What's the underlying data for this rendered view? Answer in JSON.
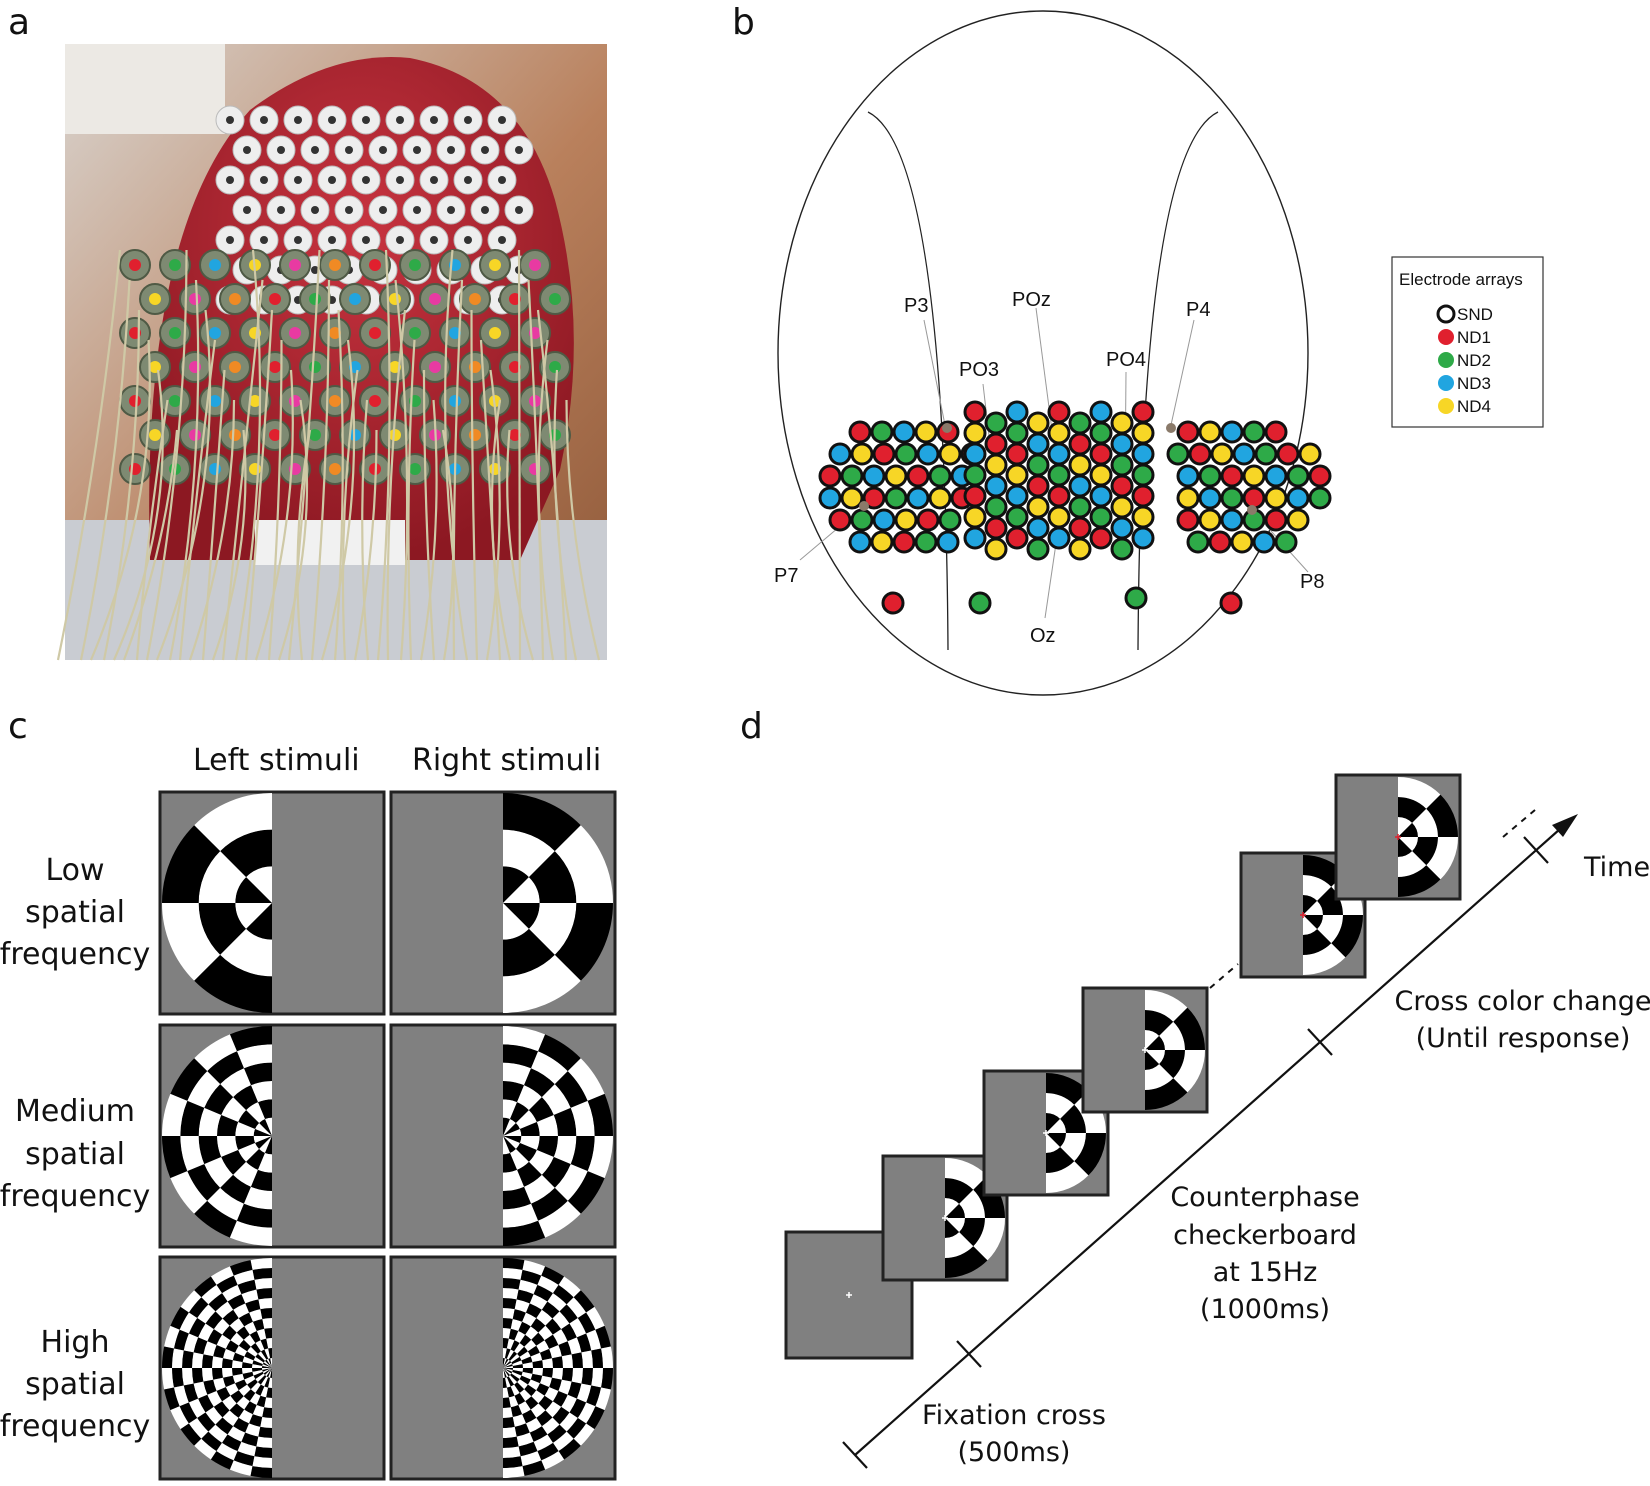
{
  "panels": {
    "a": "a",
    "b": "b",
    "c": "c",
    "d": "d"
  },
  "electrode_labels": {
    "p3": "P3",
    "poz": "POz",
    "p4": "P4",
    "po3": "PO3",
    "po4": "PO4",
    "p7": "P7",
    "p8": "P8",
    "oz": "Oz"
  },
  "legend": {
    "title": "Electrode arrays",
    "items": [
      {
        "label": "SND",
        "color": "#ffffff"
      },
      {
        "label": "ND1",
        "color": "#e0202e"
      },
      {
        "label": "ND2",
        "color": "#2eaa48"
      },
      {
        "label": "ND3",
        "color": "#21a5e0"
      },
      {
        "label": "ND4",
        "color": "#f7d626"
      }
    ]
  },
  "stimuli": {
    "col_left": "Left stimuli",
    "col_right": "Right stimuli",
    "rows": [
      {
        "line1": "Low",
        "line2": "spatial",
        "line3": "frequency"
      },
      {
        "line1": "Medium",
        "line2": "spatial",
        "line3": "frequency"
      },
      {
        "line1": "High",
        "line2": "spatial",
        "line3": "frequency"
      }
    ]
  },
  "timeline": {
    "time": "Time",
    "cross_change_1": "Cross color change",
    "cross_change_2": "(Until response)",
    "counter_1": "Counterphase",
    "counter_2": "checkerboard",
    "counter_3": "at 15Hz",
    "counter_4": "(1000ms)",
    "fix_1": "Fixation cross",
    "fix_2": "(500ms)"
  }
}
